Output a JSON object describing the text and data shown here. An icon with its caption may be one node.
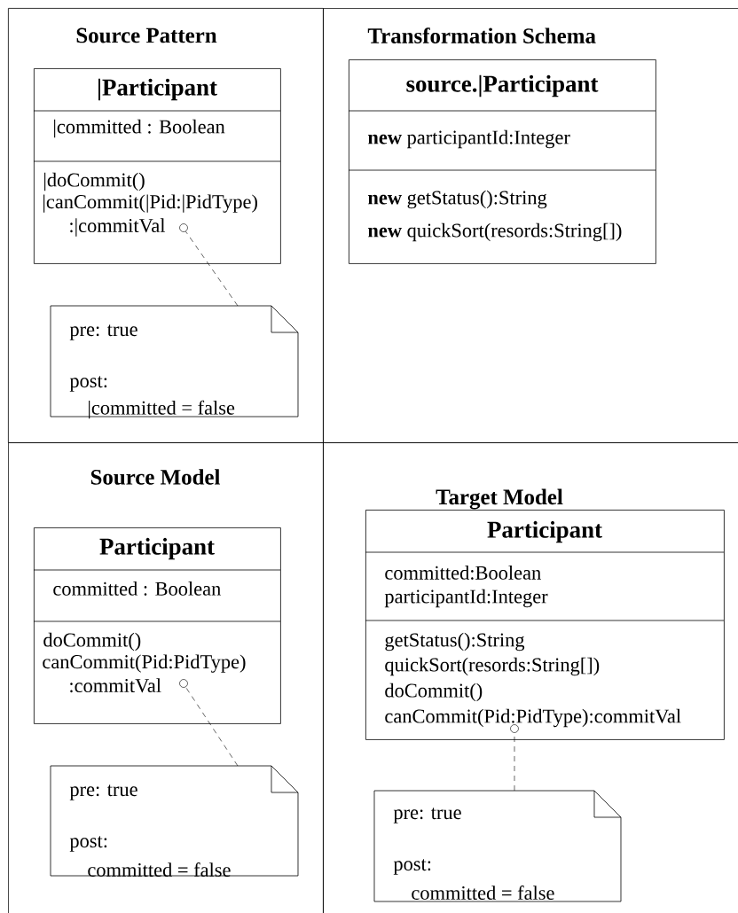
{
  "diagram": {
    "nodes": [
      {
        "text": [
          "Source Pattern"
        ]
      },
      {
        "text": [
          "|Participant",
          "|committed : Boolean",
          "|doCommit()",
          "|canCommit(|Pid:|PidType) :|commitVal"
        ],
        "in": 0
      },
      {
        "text": [],
        "shape": "circle",
        "in": 1
      },
      {
        "text": [
          "pre: true",
          "post:",
          "|committed = false"
        ],
        "in": 0
      },
      {
        "text": [
          "Transformation Schema"
        ]
      },
      {
        "text": [
          "source.|Participant",
          "**new** participantId:Integer",
          "**new** getStatus():String",
          "**new** quickSort(resords:String[])"
        ],
        "in": 4
      },
      {
        "text": [
          "Source Model"
        ]
      },
      {
        "text": [
          "Participant",
          "committed : Boolean",
          "doCommit()",
          "canCommit(Pid:PidType) :commitVal"
        ],
        "in": 6
      },
      {
        "text": [],
        "shape": "circle",
        "in": 7
      },
      {
        "text": [
          "pre: true",
          "post:",
          "committed = false"
        ],
        "in": 6
      },
      {
        "text": [
          "Target Model"
        ]
      },
      {
        "text": [
          "Participant",
          "committed:Boolean",
          "participantId:Integer",
          "getStatus():String",
          "quickSort(resords:String[])",
          "doCommit()",
          "canCommit(Pid:PidType):commitVal"
        ],
        "in": 10
      },
      {
        "text": [],
        "shape": "circle",
        "in": 11
      },
      {
        "text": [
          "pre: true",
          "post:",
          "committed = false"
        ],
        "in": 10
      }
    ],
    "edges": [
      {
        "from": 3,
        "to": 2,
        "arrow": "none",
        "style": "dashed"
      },
      {
        "from": 9,
        "to": 8,
        "arrow": "none",
        "style": "dashed"
      },
      {
        "from": 13,
        "to": 12,
        "arrow": "none",
        "style": "dashed"
      }
    ]
  }
}
